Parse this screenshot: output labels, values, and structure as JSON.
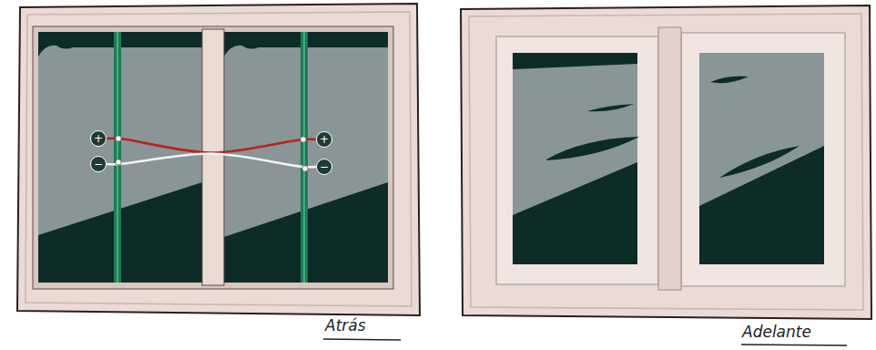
{
  "diagram": {
    "nodes": [
      {
        "text": [
          "+"
        ]
      },
      {
        "text": [
          "+"
        ]
      },
      {
        "text": [
          "−"
        ]
      },
      {
        "text": [
          "−"
        ]
      }
    ],
    "edges": [
      {
        "from": 0,
        "to": 1,
        "arrow": "none"
      },
      {
        "from": 2,
        "to": 3,
        "arrow": "none"
      }
    ],
    "labels": [
      "Atrás",
      "Adelante"
    ]
  }
}
